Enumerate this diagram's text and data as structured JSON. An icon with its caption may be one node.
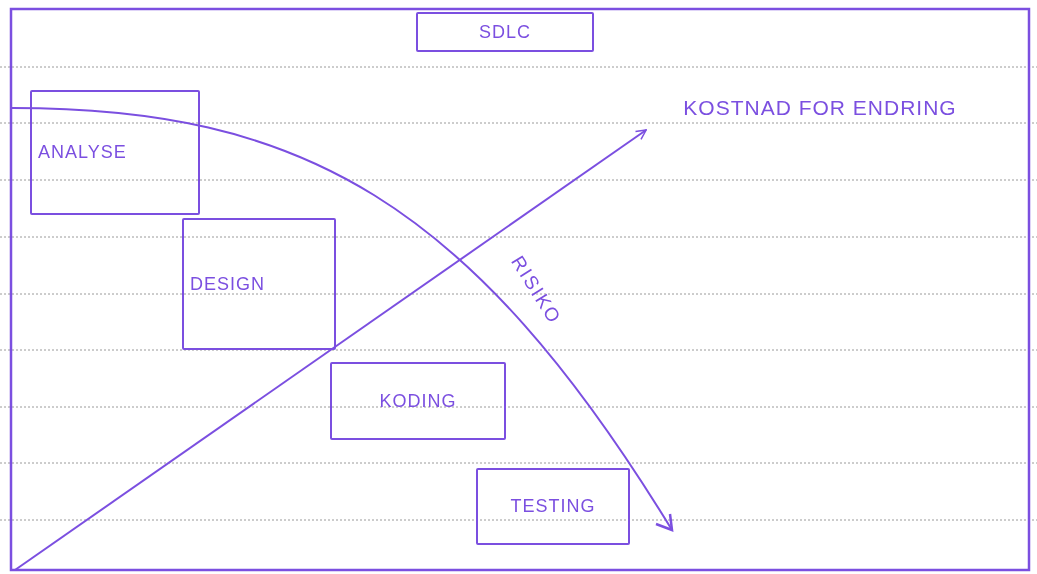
{
  "diagram": {
    "nodes": [
      {
        "text": [
          "SDLC"
        ]
      },
      {
        "text": [
          "ANALYSE"
        ]
      },
      {
        "text": [
          "KOSTNAD FOR ENDRING"
        ]
      },
      {
        "text": [
          "DESIGN"
        ]
      },
      {
        "text": [
          "KODING"
        ]
      },
      {
        "text": [
          "TESTING"
        ]
      }
    ],
    "edges": [
      {
        "from": null,
        "to": 2,
        "arrow": "to"
      }
    ],
    "labels": [
      "RISIKO"
    ]
  }
}
